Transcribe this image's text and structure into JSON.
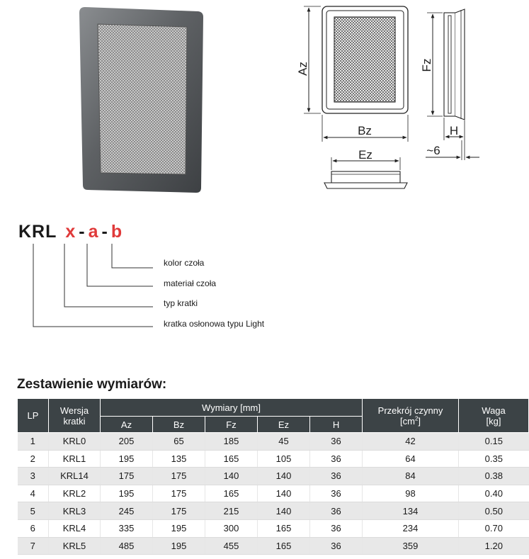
{
  "drawing_labels": {
    "az": "Az",
    "bz": "Bz",
    "fz": "Fz",
    "h": "H",
    "ez": "Ez",
    "thickness": "~6"
  },
  "code": {
    "base": "KRL",
    "x": "x",
    "a": "a",
    "b": "b",
    "dash": "-"
  },
  "legend": [
    "kolor czoła",
    "materiał czoła",
    "typ kratki",
    "kratka osłonowa typu Light"
  ],
  "section_title": "Zestawienie wymiarów:",
  "table": {
    "head": {
      "lp": "LP",
      "version": "Wersja kratki",
      "dims": "Wymiary [mm]",
      "section": "Przekrój czynny",
      "section_unit_pre": "[cm",
      "section_unit_sup": "2",
      "section_unit_post": "]",
      "weight": "Waga",
      "weight_unit": "[kg]",
      "dims_sub": [
        "Az",
        "Bz",
        "Fz",
        "Ez",
        "H"
      ]
    },
    "rows": [
      [
        "1",
        "KRL0",
        "205",
        "65",
        "185",
        "45",
        "36",
        "42",
        "0.15"
      ],
      [
        "2",
        "KRL1",
        "195",
        "135",
        "165",
        "105",
        "36",
        "64",
        "0.35"
      ],
      [
        "3",
        "KRL14",
        "175",
        "175",
        "140",
        "140",
        "36",
        "84",
        "0.38"
      ],
      [
        "4",
        "KRL2",
        "195",
        "175",
        "165",
        "140",
        "36",
        "98",
        "0.40"
      ],
      [
        "5",
        "KRL3",
        "245",
        "175",
        "215",
        "140",
        "36",
        "134",
        "0.50"
      ],
      [
        "6",
        "KRL4",
        "335",
        "195",
        "300",
        "165",
        "36",
        "234",
        "0.70"
      ],
      [
        "7",
        "KRL5",
        "485",
        "195",
        "455",
        "165",
        "36",
        "359",
        "1.20"
      ]
    ]
  }
}
